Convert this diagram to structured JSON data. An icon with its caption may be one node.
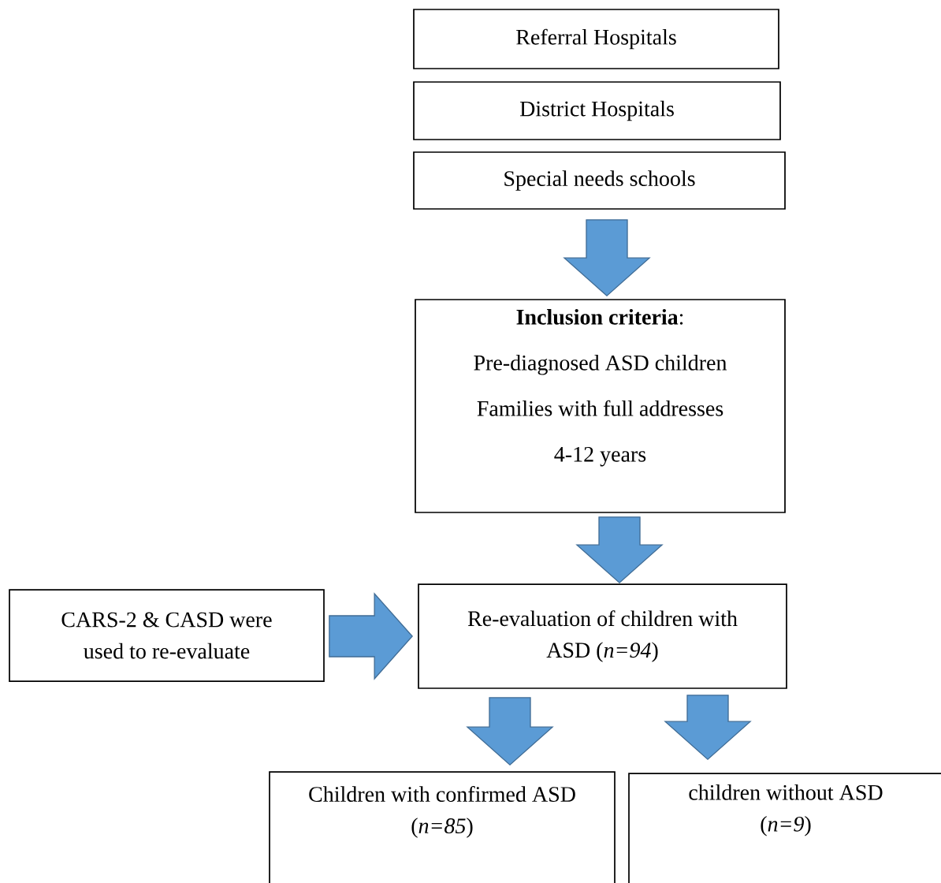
{
  "diagram": {
    "nodes": [
      {
        "text": [
          "Referral Hospitals"
        ]
      },
      {
        "text": [
          "District Hospitals"
        ]
      },
      {
        "text": [
          "Special needs schools"
        ]
      },
      {
        "text": [
          "**Inclusion criteria**:",
          "Pre-diagnosed ASD children",
          "Families with full addresses",
          "4-12 years"
        ]
      },
      {
        "text": [
          "CARS-2 & CASD were used to re-evaluate"
        ]
      },
      {
        "text": [
          "Re-evaluation of children with ASD (*n=94*)"
        ]
      },
      {
        "text": [
          "Children with confirmed ASD (*n=85*)"
        ]
      },
      {
        "text": [
          "children without ASD (*n=9*)"
        ]
      }
    ],
    "edges": [
      {
        "from": 2,
        "to": 3,
        "arrow": "to"
      },
      {
        "from": 3,
        "to": 5,
        "arrow": "to"
      },
      {
        "from": 4,
        "to": 5,
        "arrow": "to"
      },
      {
        "from": 5,
        "to": 6,
        "arrow": "to"
      },
      {
        "from": 5,
        "to": 7,
        "arrow": "to"
      }
    ]
  }
}
